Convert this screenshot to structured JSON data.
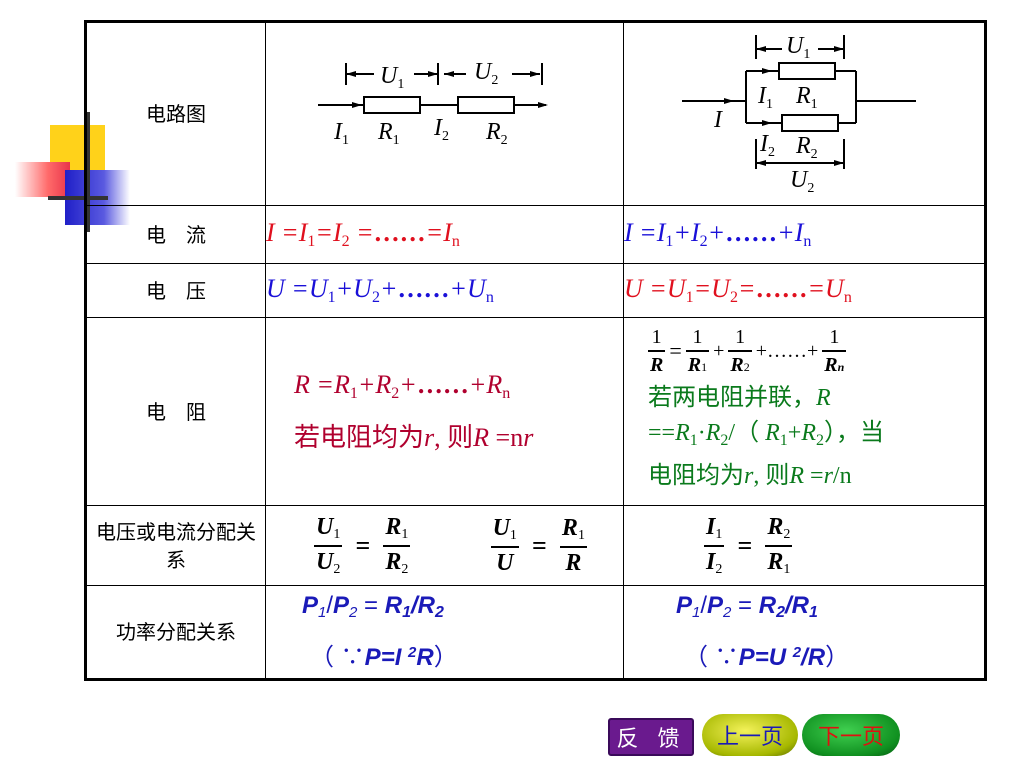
{
  "rows": {
    "circuit": {
      "label": "电路图"
    },
    "current": {
      "label": "电　流"
    },
    "voltage": {
      "label": "电　压"
    },
    "resistance": {
      "label": "电　阻"
    },
    "distribution": {
      "label": "电压或电流分配关系"
    },
    "power": {
      "label": "功率分配关系"
    }
  },
  "series": {
    "current": {
      "I": "I",
      "I1": "I",
      "s1": "1",
      "I2": "I",
      "s2": "2",
      "dots": "……",
      "In": "I",
      "sn": "n"
    },
    "voltage": {
      "U": "U",
      "U1": "U",
      "s1": "1",
      "U2": "U",
      "s2": "2",
      "dots": "……",
      "Un": "U",
      "sn": "n"
    },
    "resistance": {
      "R": "R",
      "R1": "R",
      "s1": "1",
      "R2": "R",
      "s2": "2",
      "dots": "……",
      "Rn": "R",
      "sn": "n",
      "note_pre": "若电阻均为",
      "r": "r",
      "note_mid": ", 则",
      "note_R": "R",
      "note_eq": " =n",
      "note_r": "r"
    },
    "dist": {
      "f1_num": "U",
      "f1_num_s": "1",
      "f1_den": "U",
      "f1_den_s": "2",
      "f2_num": "R",
      "f2_num_s": "1",
      "f2_den": "R",
      "f2_den_s": "2",
      "f3_num": "U",
      "f3_num_s": "1",
      "f3_den": "U",
      "f4_num": "R",
      "f4_num_s": "1",
      "f4_den": "R"
    },
    "power": {
      "p1": "P",
      "s1": "1",
      "p2": "P",
      "s2": "2",
      "eq": " = ",
      "r1": "R",
      "rs1": "1",
      "r2": "R",
      "rs2": "2",
      "because_open": "（ ∵",
      "P": "P",
      "eqI": "=I ",
      "sup": "2",
      "R": "R",
      "close": "）"
    },
    "diagram": {
      "U1": "U",
      "U1s": "1",
      "U2": "U",
      "U2s": "2",
      "I1": "I",
      "I1s": "1",
      "R1": "R",
      "R1s": "1",
      "I2": "I",
      "I2s": "2",
      "R2": "R",
      "R2s": "2"
    }
  },
  "parallel": {
    "current": {
      "I": "I",
      "I1": "I",
      "s1": "1",
      "I2": "I",
      "s2": "2",
      "dots": "……",
      "In": "I",
      "sn": "n"
    },
    "voltage": {
      "U": "U",
      "U1": "U",
      "s1": "1",
      "U2": "U",
      "s2": "2",
      "dots": "……",
      "Un": "U",
      "sn": "n"
    },
    "resistance": {
      "one": "1",
      "R": "R",
      "R1": "R",
      "s1": "1",
      "R2": "R",
      "s2": "2",
      "dots": "……",
      "Rn": "R",
      "sn": "n",
      "line1_pre": "若两电阻并联，",
      "line1_R": "R",
      "line2_pre": "==",
      "line2_R1": "R",
      "line2_s1": "1",
      "line2_dot": "·",
      "line2_R2": "R",
      "line2_s2": "2",
      "line2_mid": "/（ ",
      "line2_R1b": "R",
      "line2_s1b": "1",
      "line2_plus": "+",
      "line2_R2b": "R",
      "line2_s2b": "2",
      "line2_end": "），当",
      "line3_pre": "电阻均为",
      "line3_r": "r",
      "line3_mid": ", 则",
      "line3_R": "R",
      "line3_eq": " =",
      "line3_r2": "r",
      "line3_end": "/n"
    },
    "dist": {
      "num": "I",
      "num_s": "1",
      "den": "I",
      "den_s": "2",
      "rnum": "R",
      "rnum_s": "2",
      "rden": "R",
      "rden_s": "1"
    },
    "power": {
      "p1": "P",
      "s1": "1",
      "p2": "P",
      "s2": "2",
      "eq": " = ",
      "r2": "R",
      "rs2": "2",
      "r1": "R",
      "rs1": "1",
      "because_open": "（ ∵",
      "P": "P",
      "eqU": "=U ",
      "sup": "2",
      "slash": "/",
      "R": "R",
      "close": "）"
    },
    "diagram": {
      "U1": "U",
      "U1s": "1",
      "I1": "I",
      "I1s": "1",
      "R1": "R",
      "R1s": "1",
      "I": "I",
      "I2": "I",
      "I2s": "2",
      "R2": "R",
      "R2s": "2",
      "U2": "U",
      "U2s": "2"
    }
  },
  "nav": {
    "feedback": "反 馈",
    "prev": "上一页",
    "next": "下一页"
  },
  "colors": {
    "red": "#e0101e",
    "blue": "#1a10d8",
    "green": "#0a7a1c",
    "maroon": "#b0002e",
    "navy": "#1a1ab8"
  }
}
